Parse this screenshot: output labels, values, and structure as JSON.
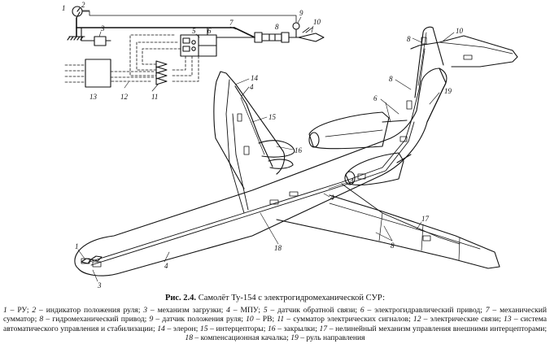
{
  "caption": {
    "label": "Рис. 2.4.",
    "title": "Самолёт Ту-154 с электрогидромеханической СУР:"
  },
  "legend": [
    {
      "num": "1",
      "text": "РУ"
    },
    {
      "num": "2",
      "text": "индикатор положения руля"
    },
    {
      "num": "3",
      "text": "механизм загрузки"
    },
    {
      "num": "4",
      "text": "МПУ"
    },
    {
      "num": "5",
      "text": "датчик обратной связи"
    },
    {
      "num": "6",
      "text": "электрогидравлический привод"
    },
    {
      "num": "7",
      "text": "механический сумматор"
    },
    {
      "num": "8",
      "text": "гидромеханический привод"
    },
    {
      "num": "9",
      "text": "датчик положения руля"
    },
    {
      "num": "10",
      "text": "РВ"
    },
    {
      "num": "11",
      "text": "сумматор электрических сигналов"
    },
    {
      "num": "12",
      "text": "электрические связи"
    },
    {
      "num": "13",
      "text": "система автоматического управления и стабилизации"
    },
    {
      "num": "14",
      "text": "элерон"
    },
    {
      "num": "15",
      "text": "интерцепторы"
    },
    {
      "num": "16",
      "text": "закрылки"
    },
    {
      "num": "17",
      "text": "нелинейный механизм управления внешними интерцепторами"
    },
    {
      "num": "18",
      "text": "компенсационная качалка"
    },
    {
      "num": "19",
      "text": "руль направления"
    }
  ],
  "schematic_labels": {
    "indicator": "2",
    "stick": "1",
    "loader": "3",
    "feedback": "5",
    "ehp": "6",
    "summator": "7",
    "hmp": "8",
    "sensor": "9",
    "elevator": "10",
    "signal_sum": "11",
    "el_links": "12",
    "sau": "13"
  },
  "aircraft_labels": {
    "fin_hmp": "8",
    "elevator": "10",
    "rudder_hmp": "8",
    "ehp_pair": "6",
    "rudder": "19",
    "aileron": "14",
    "fin_top_4": "4",
    "spoilers": "15",
    "flaps": "16",
    "wing_4a": "4",
    "wing_4b": "4",
    "nose_stick": "1",
    "nose_loader": "3",
    "fuselage_4": "4",
    "rocker": "18",
    "nonlinear": "17",
    "wing_hmp": "8"
  }
}
